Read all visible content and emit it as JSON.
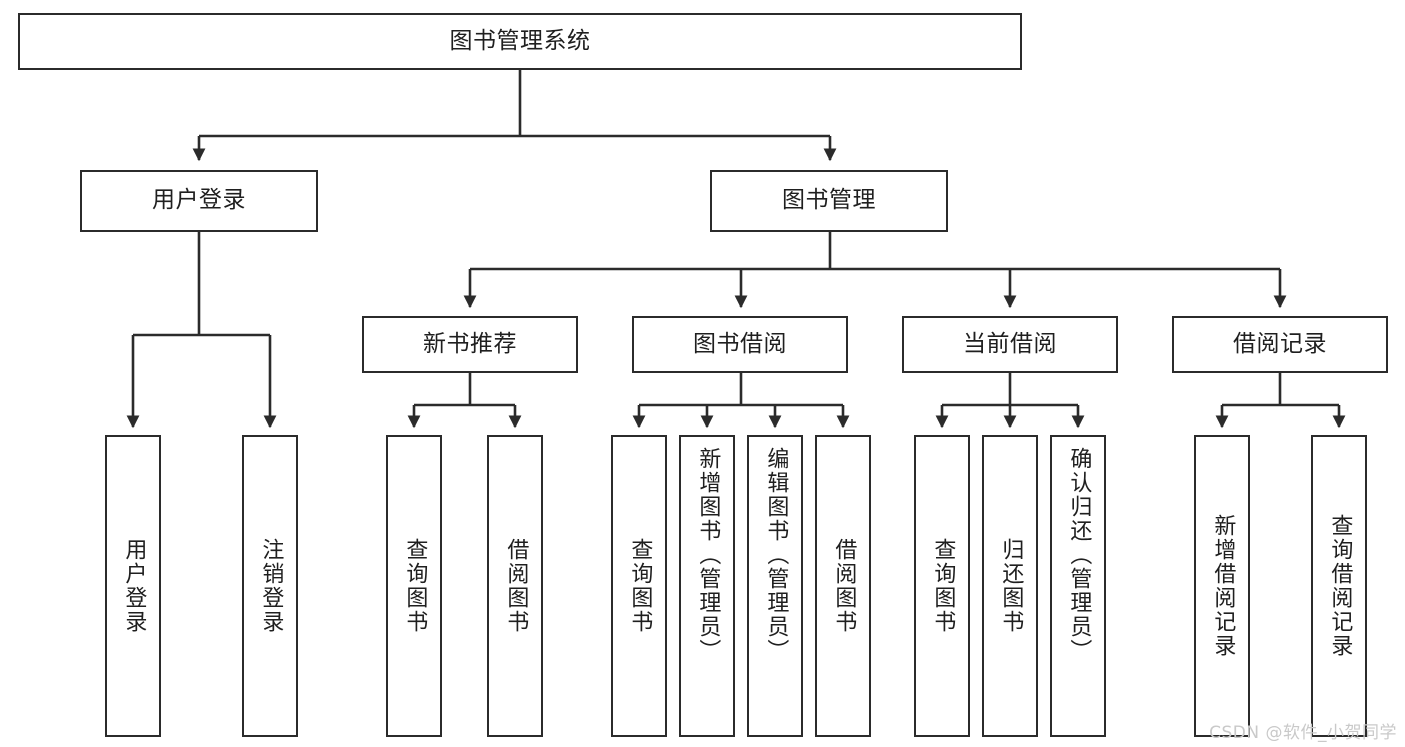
{
  "diagram": {
    "type": "tree",
    "title": "图书管理系统",
    "orientation": "top-down",
    "style": {
      "box_fill": "#ffffff",
      "box_border": "#2b2b2b",
      "connector": "#2b2b2b",
      "text": "#1f1f1f",
      "background": "#ffffff",
      "watermark_color": "#c9c9c9"
    }
  },
  "watermark": "CSDN @软件_小贺同学",
  "nodes": {
    "root": "图书管理系统",
    "level2": [
      "用户登录",
      "图书管理"
    ],
    "level3": [
      "新书推荐",
      "图书借阅",
      "当前借阅",
      "借阅记录"
    ],
    "leaves_user_login": [
      "用户登录",
      "注销登录"
    ],
    "leaves_new_book": [
      "查询图书",
      "借阅图书"
    ],
    "leaves_borrow": [
      "查询图书",
      "新增图书（管理员）",
      "编辑图书（管理员）",
      "借阅图书"
    ],
    "leaves_current": [
      "查询图书",
      "归还图书",
      "确认归还（管理员）"
    ],
    "leaves_record": [
      "新增借阅记录",
      "查询借阅记录"
    ]
  }
}
